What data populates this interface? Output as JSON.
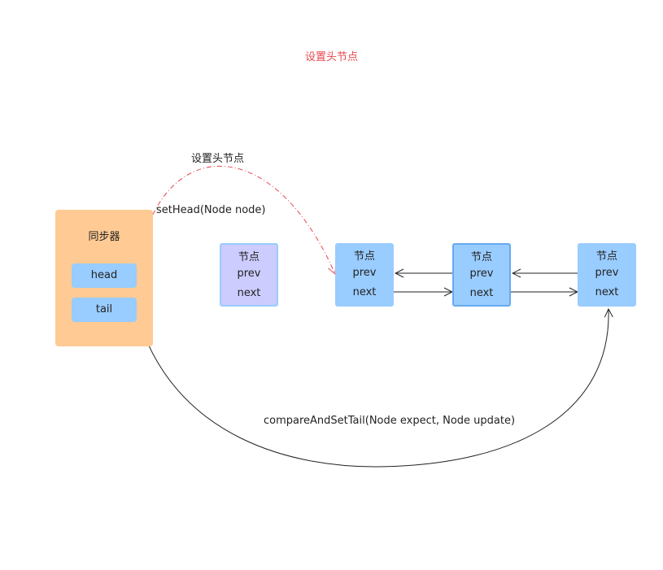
{
  "title": "设置头节点",
  "annotations": {
    "set_head_caption": "设置头节点",
    "set_head_method": "setHead(Node node)",
    "compare_and_set_tail": "compareAndSetTail(Node expect, Node update)"
  },
  "synchronizer": {
    "title": "同步器",
    "head_label": "head",
    "tail_label": "tail"
  },
  "nodes": [
    {
      "title": "节点",
      "prev": "prev",
      "next": "next"
    },
    {
      "title": "节点",
      "prev": "prev",
      "next": "next"
    },
    {
      "title": "节点",
      "prev": "prev",
      "next": "next"
    },
    {
      "title": "节点",
      "prev": "prev",
      "next": "next"
    }
  ],
  "colors": {
    "title": "#e8474e",
    "synchronizer_fill": "#ffca93",
    "field_fill": "#99ccff",
    "old_head_fill": "#ccccff",
    "node_fill": "#99ccff",
    "set_head_arrow": "#e8474e",
    "edge": "#222222"
  }
}
